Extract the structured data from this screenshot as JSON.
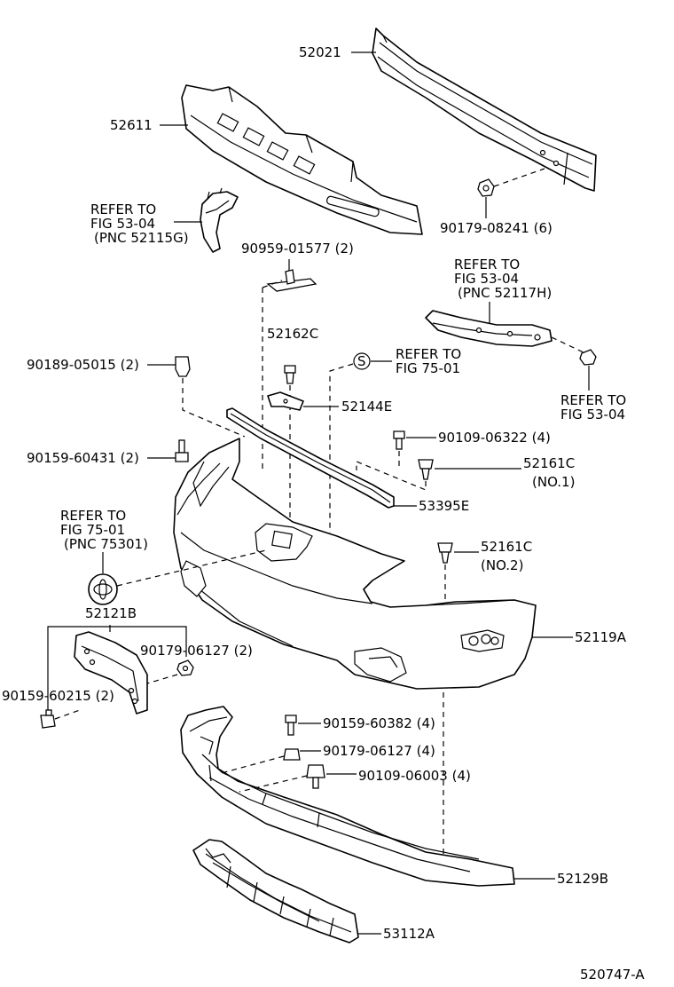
{
  "diagram_id": "520747-A",
  "labels": {
    "p52021": "52021",
    "p52611": "52611",
    "refer_5304a_1": "REFER TO",
    "refer_5304a_2": "FIG 53-04",
    "refer_5304a_3": "(PNC 52115G)",
    "p90179_08241": "90179-08241 (6)",
    "p90959_01577": "90959-01577 (2)",
    "refer_5304b_1": "REFER TO",
    "refer_5304b_2": "FIG 53-04",
    "refer_5304b_3": "(PNC 52117H)",
    "p52162c": "52162C",
    "s_symbol": "S",
    "refer_7501a_1": "REFER TO",
    "refer_7501a_2": "FIG 75-01",
    "p90189_05015": "90189-05015 (2)",
    "refer_5304c_1": "REFER TO",
    "refer_5304c_2": "FIG 53-04",
    "p52144e": "52144E",
    "p90109_06322": "90109-06322 (4)",
    "p90159_60431": "90159-60431 (2)",
    "p52161c_a": "52161C",
    "no1": "(NO.1)",
    "p53395e": "53395E",
    "refer_7501b_1": "REFER TO",
    "refer_7501b_2": "FIG 75-01",
    "refer_7501b_3": "(PNC 75301)",
    "p52161c_b": "52161C",
    "no2": "(NO.2)",
    "p52121b": "52121B",
    "p90179_06127a": "90179-06127 (2)",
    "p52119a": "52119A",
    "p90159_60215": "90159-60215 (2)",
    "p90159_60382": "90159-60382 (4)",
    "p90179_06127b": "90179-06127 (4)",
    "p90109_06003": "90109-06003 (4)",
    "p52129b": "52129B",
    "p53112a": "53112A"
  }
}
